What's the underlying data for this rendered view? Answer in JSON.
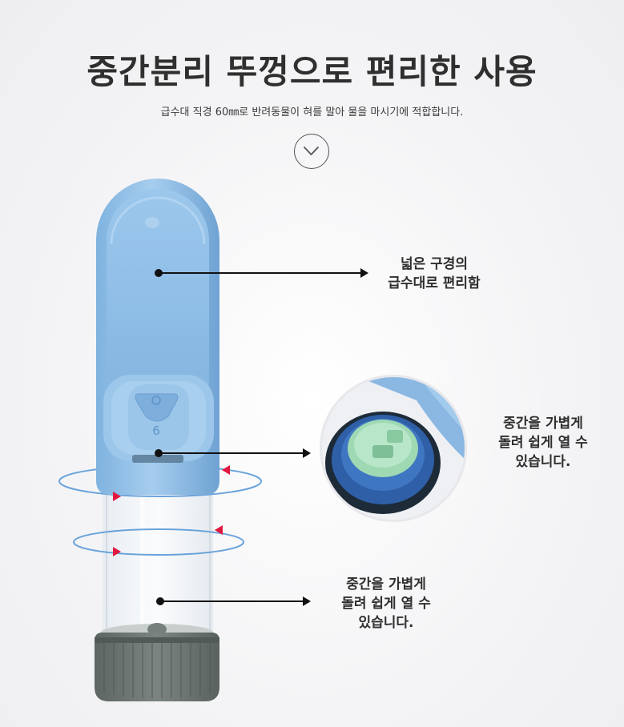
{
  "header": {
    "title": "중간분리 뚜껑으로 편리한 사용",
    "subtitle": "급수대 직경 60㎜로 반려동물이 혀를 말아 물을 마시기에 적합합니다."
  },
  "scroll_indicator": {
    "icon": "chevron-down-icon"
  },
  "callouts": {
    "wide_opening": {
      "line1": "넓은 구경의",
      "line2": "급수대로 편리함"
    },
    "twist_lid": {
      "line1": "중간을 가볍게",
      "line2": "돌려 쉽게 열 수",
      "line3": "있습니다."
    },
    "twist_body": {
      "line1": "중간을 가볍게",
      "line2": "돌려 쉽게 열 수",
      "line3": "있습니다."
    }
  },
  "colors": {
    "bottle_blue": "#8dbde4",
    "bottle_blue_dark": "#6fa6d6",
    "cap_gray": "#6b7470",
    "rotation_arrow": "#e3173f",
    "ring_blue": "#5a9ad8",
    "inner_green": "#9ed9b3"
  }
}
